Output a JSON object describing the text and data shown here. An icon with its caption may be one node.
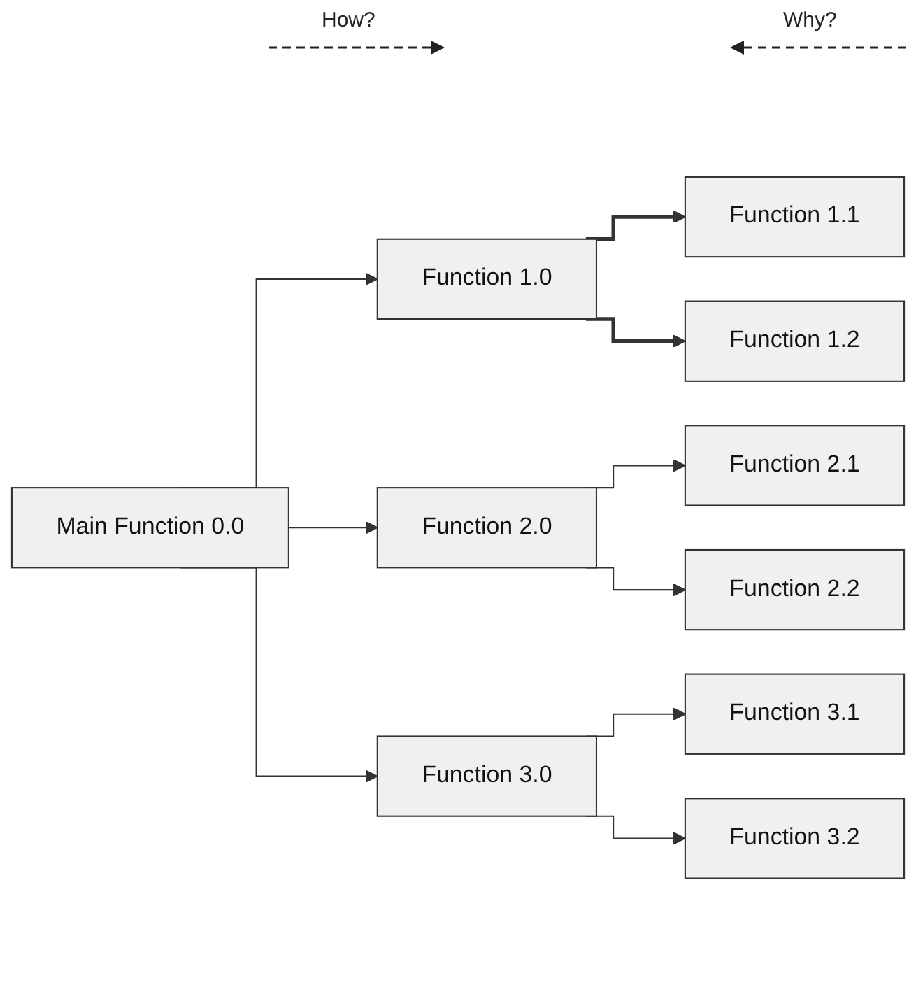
{
  "diagram": {
    "nodes": [
      {
        "text": [
          "Main Function 0.0"
        ]
      },
      {
        "text": [
          "Function 1.0"
        ]
      },
      {
        "text": [
          "Function 2.0"
        ]
      },
      {
        "text": [
          "Function 3.0"
        ]
      },
      {
        "text": [
          "Function 1.1"
        ]
      },
      {
        "text": [
          "Function 1.2"
        ]
      },
      {
        "text": [
          "Function 2.1"
        ]
      },
      {
        "text": [
          "Function 2.2"
        ]
      },
      {
        "text": [
          "Function 3.1"
        ]
      },
      {
        "text": [
          "Function 3.2"
        ]
      }
    ],
    "edges": [
      {
        "from": 0,
        "to": 1,
        "arrow": "to"
      },
      {
        "from": 0,
        "to": 2,
        "arrow": "to"
      },
      {
        "from": 0,
        "to": 3,
        "arrow": "to"
      },
      {
        "from": 1,
        "to": 4,
        "arrow": "to",
        "style": "thick"
      },
      {
        "from": 1,
        "to": 5,
        "arrow": "to",
        "style": "thick"
      },
      {
        "from": 2,
        "to": 6,
        "arrow": "to"
      },
      {
        "from": 2,
        "to": 7,
        "arrow": "to"
      },
      {
        "from": 3,
        "to": 8,
        "arrow": "to"
      },
      {
        "from": 3,
        "to": 9,
        "arrow": "to"
      }
    ],
    "labels": [
      "How?",
      "Why?"
    ]
  }
}
